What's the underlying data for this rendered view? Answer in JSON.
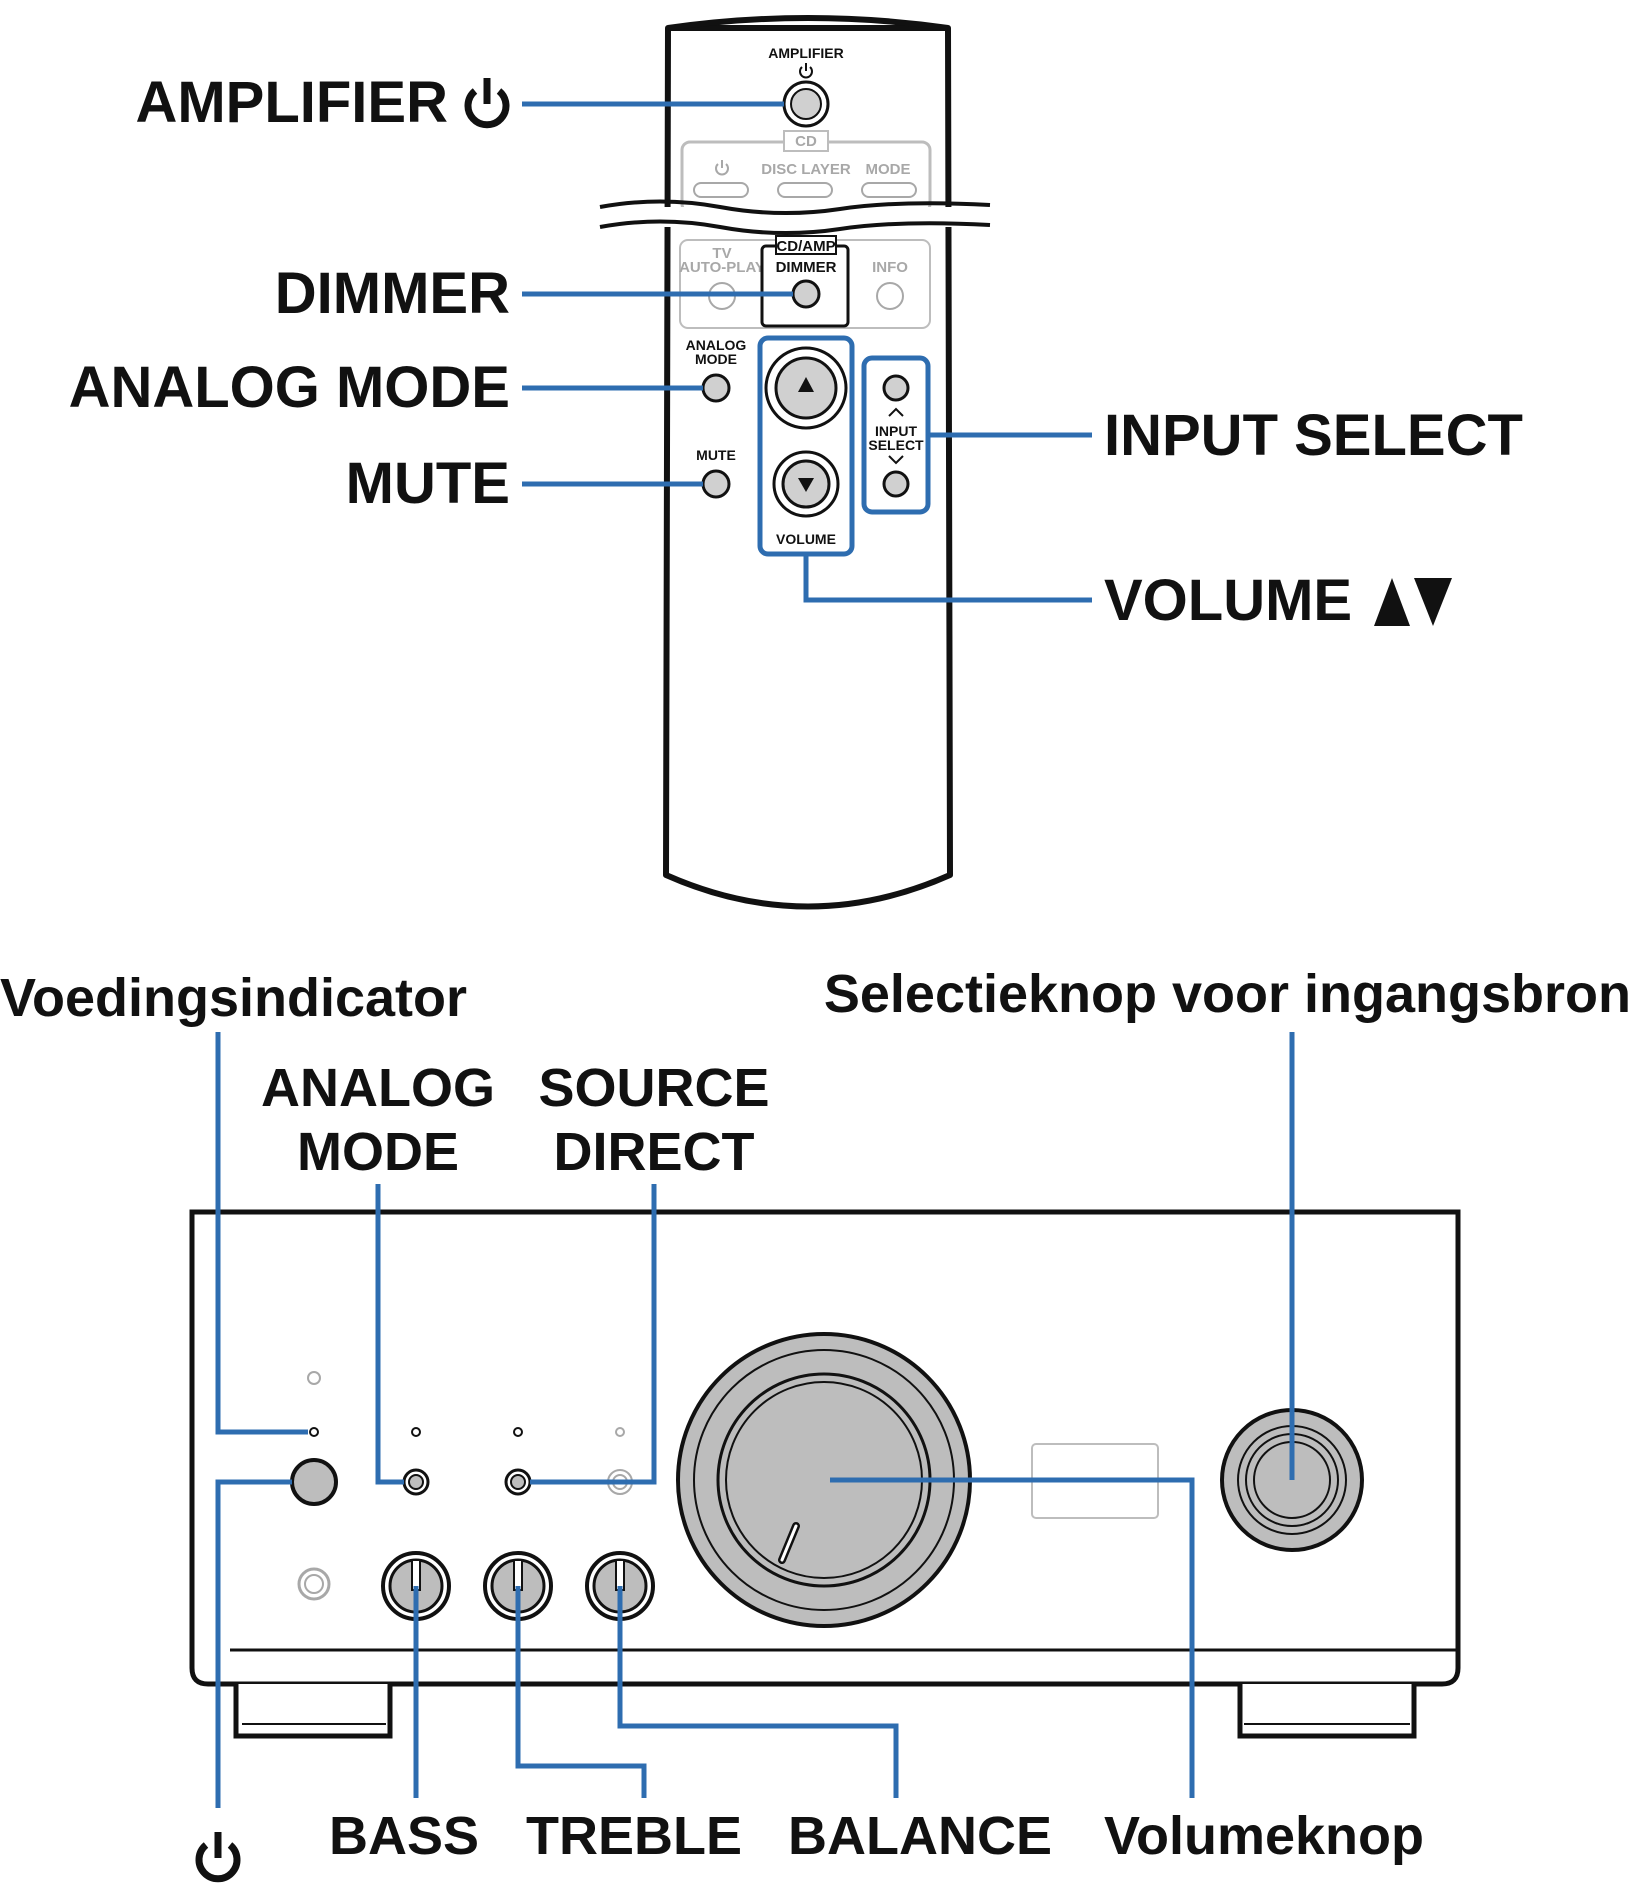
{
  "colors": {
    "leader": "#2e6db0",
    "outline": "#111111",
    "faded": "#a8a8a8",
    "knob_fill": "#bdbdbd",
    "background": "#ffffff"
  },
  "remote": {
    "button_labels": {
      "amplifier": "AMPLIFIER",
      "cd": "CD",
      "disc_layer": "DISC LAYER",
      "mode": "MODE",
      "tv": "TV",
      "auto_play": "AUTO-PLAY",
      "cd_amp": "CD/AMP",
      "dimmer": "DIMMER",
      "info": "INFO",
      "analog_line1": "ANALOG",
      "analog_line2": "MODE",
      "mute": "MUTE",
      "input_line1": "INPUT",
      "input_line2": "SELECT",
      "volume": "VOLUME"
    },
    "callouts": {
      "amplifier": "AMPLIFIER",
      "dimmer": "DIMMER",
      "analog_mode": "ANALOG MODE",
      "mute": "MUTE",
      "input_select": "INPUT SELECT",
      "volume": "VOLUME"
    },
    "icons": [
      "power-icon",
      "volume-up-arrow-icon",
      "volume-down-arrow-icon",
      "chevron-up-icon",
      "chevron-down-icon"
    ]
  },
  "unit": {
    "callouts": {
      "power_indicator": "Voedingsindicator",
      "input_selector": "Selectieknop voor ingangsbron",
      "analog_line1": "ANALOG",
      "analog_line2": "MODE",
      "source_line1": "SOURCE",
      "source_line2": "DIRECT",
      "bass": "BASS",
      "treble": "TREBLE",
      "balance": "BALANCE",
      "volume_knob": "Volumeknop"
    },
    "icons": [
      "power-icon"
    ]
  }
}
